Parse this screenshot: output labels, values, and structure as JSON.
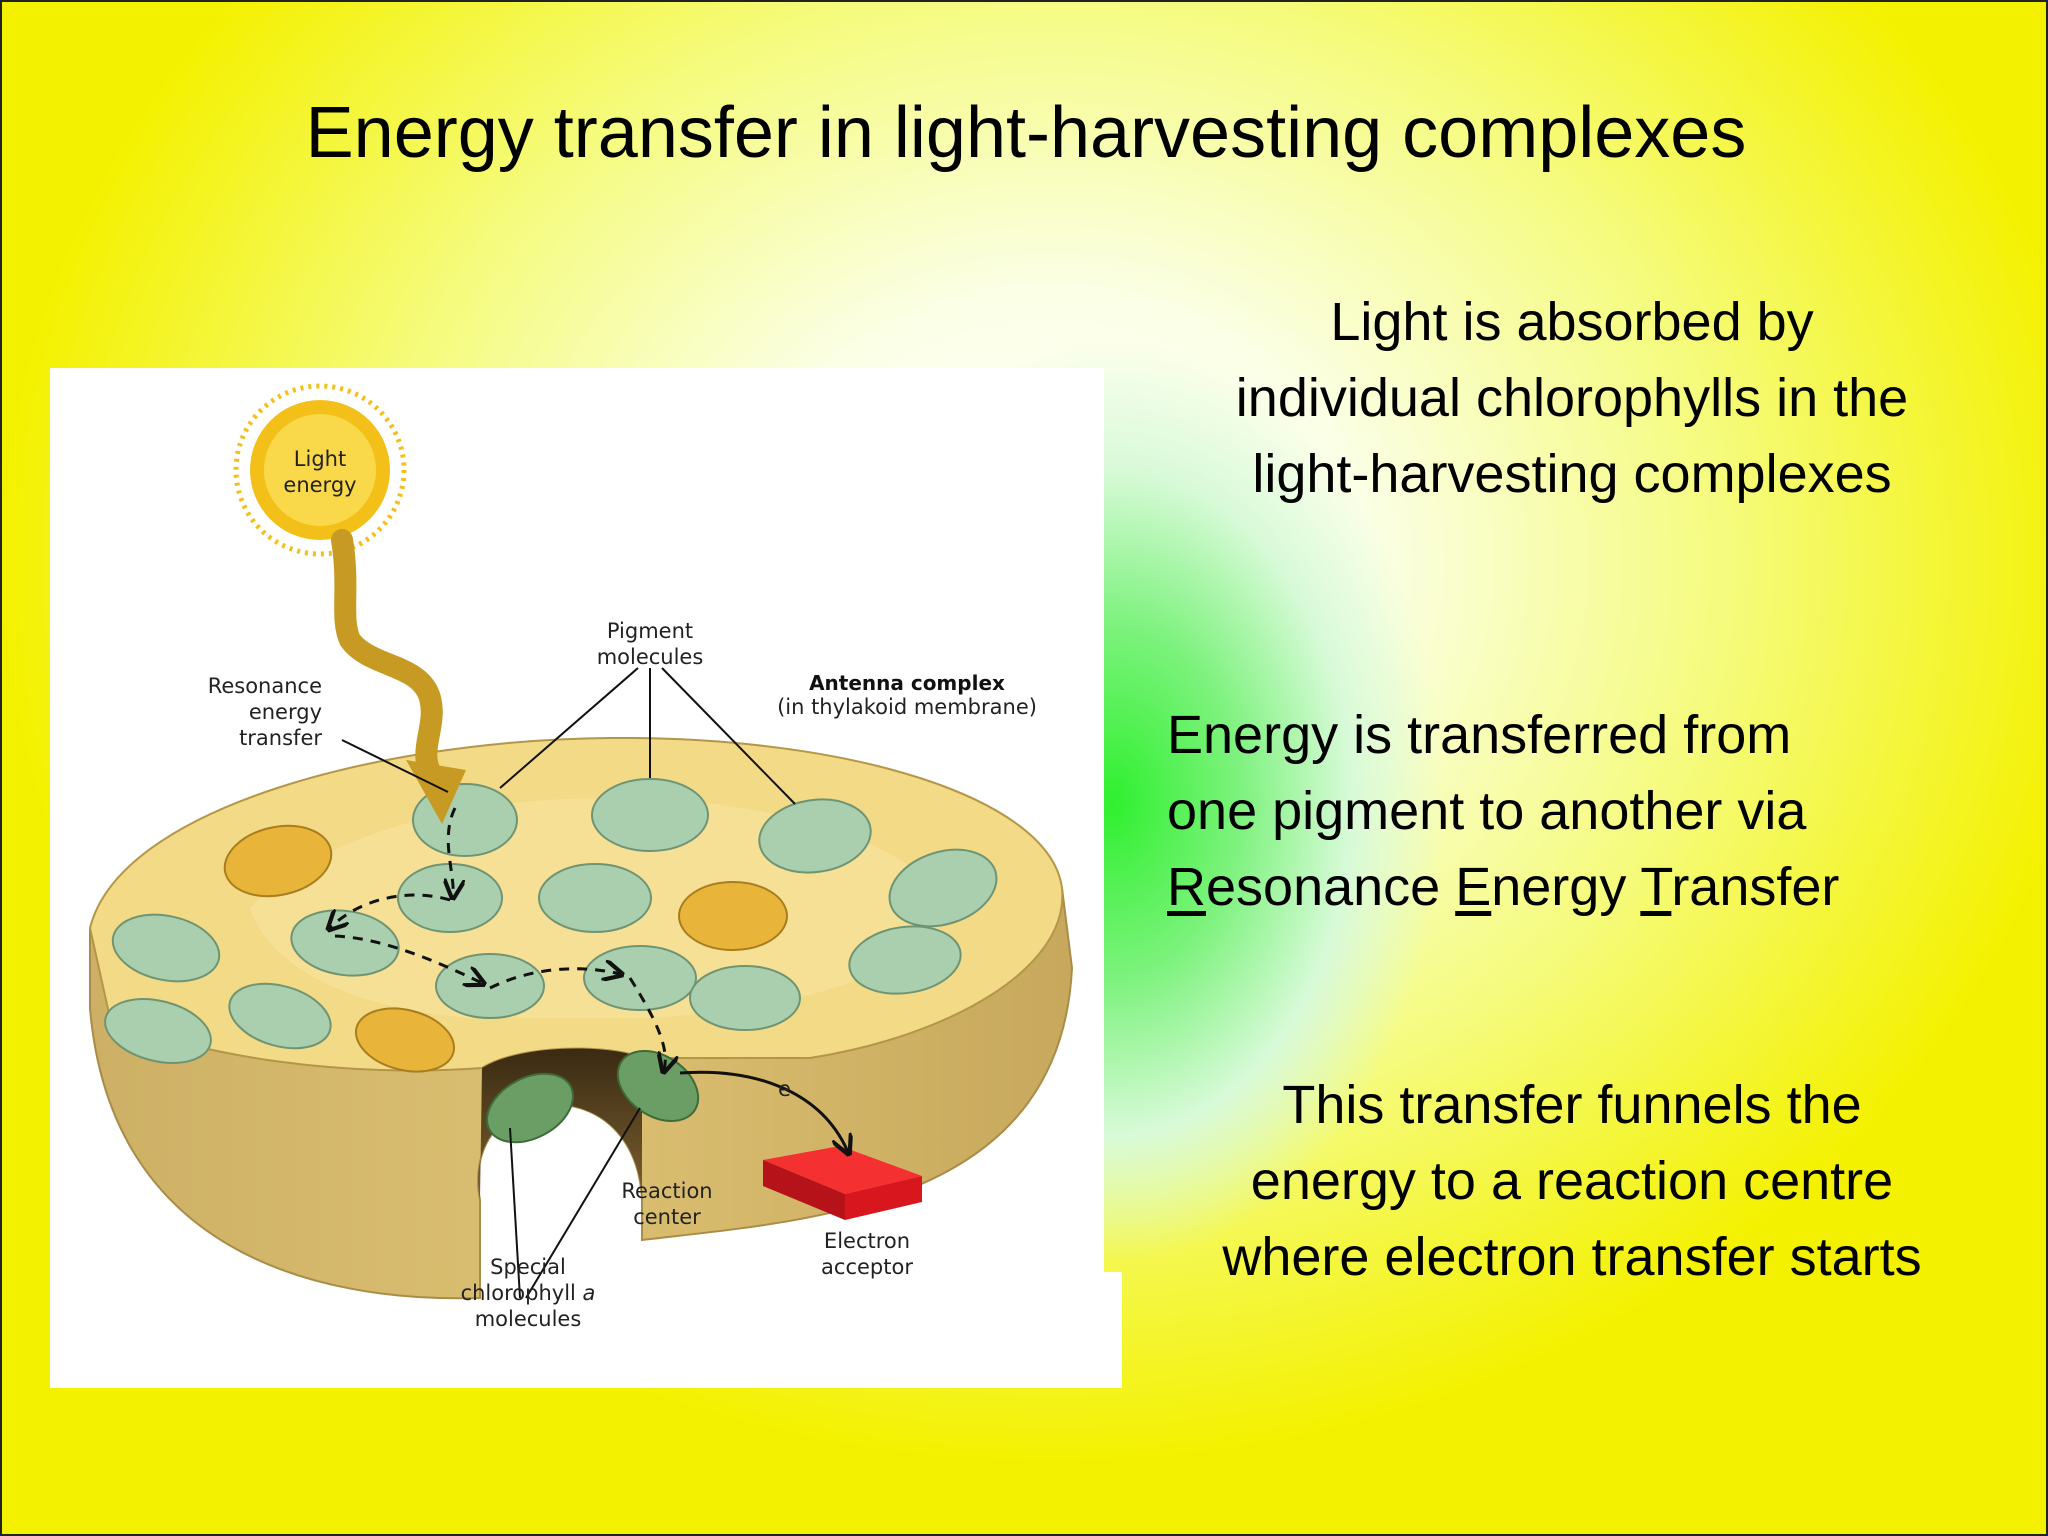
{
  "slide": {
    "title": "Energy transfer in light-harvesting complexes",
    "paragraph1": {
      "lines": [
        "Light is absorbed by",
        "individual chlorophylls in the",
        "light-harvesting complexes"
      ]
    },
    "paragraph2": {
      "line1": "Energy is transferred from",
      "line2": "one pigment to another via",
      "line3_parts": [
        "R",
        "esonance ",
        "E",
        "nergy ",
        "T",
        "ransfer"
      ]
    },
    "paragraph3": {
      "lines": [
        "This transfer funnels the",
        "energy to a reaction centre",
        "where electron transfer starts"
      ]
    }
  },
  "diagram": {
    "labels": {
      "light_energy": [
        "Light",
        "energy"
      ],
      "resonance": [
        "Resonance",
        "energy",
        "transfer"
      ],
      "pigment": [
        "Pigment",
        "molecules"
      ],
      "antenna_title": "Antenna complex",
      "antenna_sub": "(in thylakoid membrane)",
      "electron": "e",
      "reaction_center": [
        "Reaction",
        "center"
      ],
      "electron_acceptor": [
        "Electron",
        "acceptor"
      ],
      "special": [
        "Special",
        "chlorophyll",
        "a",
        "molecules"
      ]
    },
    "colors": {
      "membrane_top": "#f3da86",
      "membrane_side": "#d8bb6a",
      "pigment_green": "#a9cfae",
      "pigment_yellow": "#e8b43a",
      "special_green": "#6b9e64",
      "acceptor_red": "#e8161e",
      "sun": "#f3c01a"
    }
  }
}
